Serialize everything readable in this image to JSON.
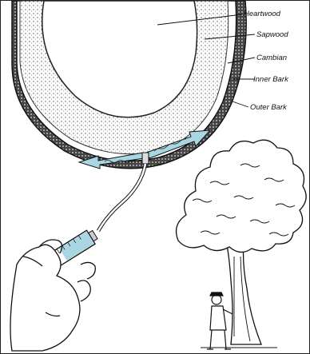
{
  "labels": {
    "heartwood": "Heartwood",
    "sapwood": "Sapwood",
    "cambian": "Cambian",
    "inner_bark": "Inner Bark",
    "outer_bark": "Outer Bark"
  },
  "colors": {
    "injection_fluid": "#a9d6e2",
    "ink": "#111111",
    "background": "#ffffff"
  }
}
